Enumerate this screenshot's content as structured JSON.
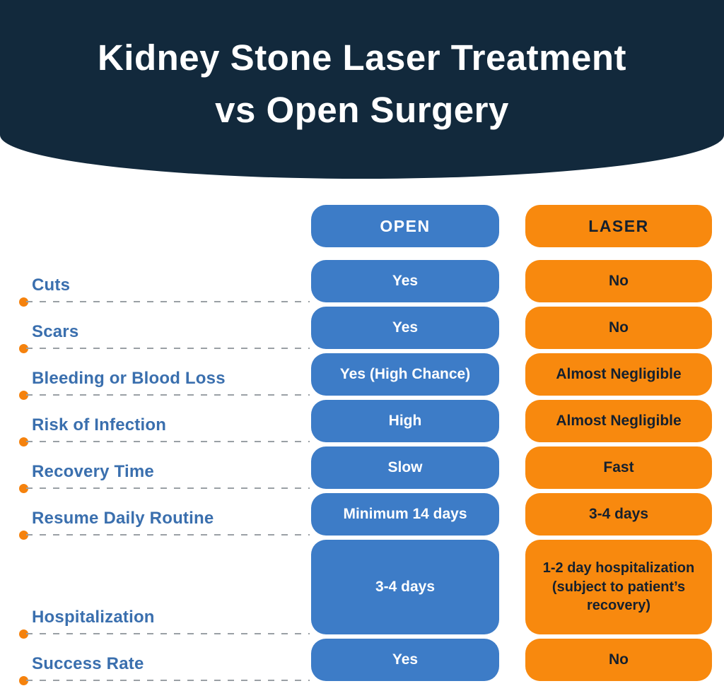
{
  "title": {
    "line1": "Kidney Stone Laser Treatment",
    "line2": "vs Open Surgery"
  },
  "columns": {
    "open": "OPEN",
    "laser": "LASER"
  },
  "rows": [
    {
      "label": "Cuts",
      "open": "Yes",
      "laser": "No"
    },
    {
      "label": "Scars",
      "open": "Yes",
      "laser": "No"
    },
    {
      "label": "Bleeding or Blood Loss",
      "open": "Yes (High Chance)",
      "laser": "Almost Negligible"
    },
    {
      "label": "Risk of Infection",
      "open": "High",
      "laser": "Almost Negligible"
    },
    {
      "label": "Recovery Time",
      "open": "Slow",
      "laser": "Fast"
    },
    {
      "label": "Resume Daily Routine",
      "open": "Minimum 14 days",
      "laser": "3-4 days"
    },
    {
      "label": "Hospitalization",
      "open": "3-4 days",
      "laser": "1-2 day hospitalization (subject to patient’s recovery)"
    },
    {
      "label": "Success Rate",
      "open": "Yes",
      "laser": "No"
    }
  ],
  "colors": {
    "header_navy": "#12293c",
    "open_blue": "#3d7cc7",
    "laser_orange": "#f8890e",
    "label_blue": "#3a6fae",
    "dot_orange": "#f5820d",
    "dash_gray": "#9aa0a5",
    "open_text": "#ffffff",
    "laser_text": "#15202e",
    "background": "#ffffff"
  }
}
